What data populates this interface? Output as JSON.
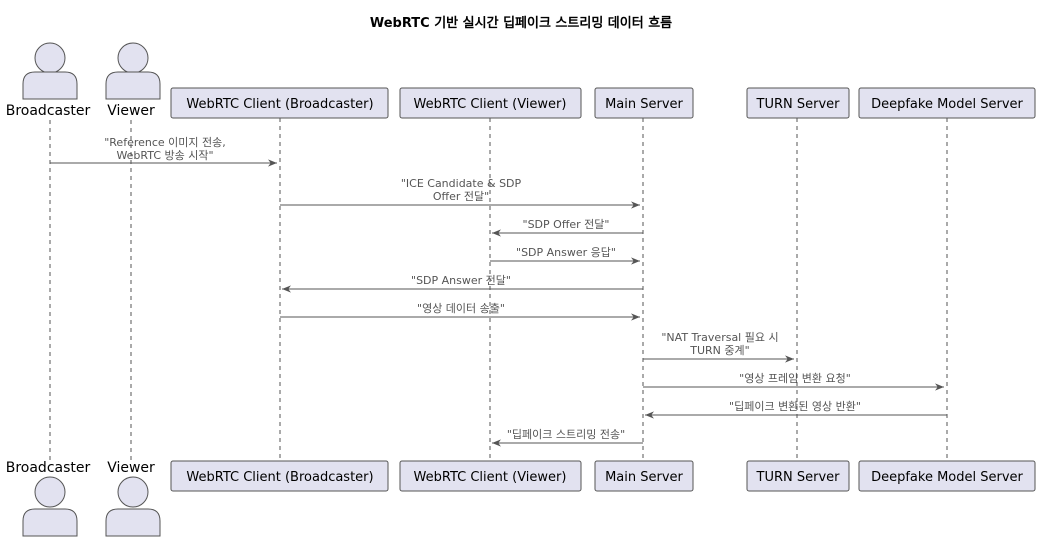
{
  "title": "WebRTC 기반 실시간 딥페이크 스트리밍 데이터 흐름",
  "colors": {
    "fill": "#E2E2F0",
    "line": "#555555",
    "message_text": "#555555"
  },
  "actors": [
    {
      "id": "broadcaster",
      "label": "Broadcaster",
      "icon": "person-icon"
    },
    {
      "id": "viewer",
      "label": "Viewer",
      "icon": "person-icon"
    }
  ],
  "participants": [
    {
      "id": "client_broadcaster",
      "label": "WebRTC Client (Broadcaster)"
    },
    {
      "id": "client_viewer",
      "label": "WebRTC Client (Viewer)"
    },
    {
      "id": "main_server",
      "label": "Main Server"
    },
    {
      "id": "turn_server",
      "label": "TURN Server"
    },
    {
      "id": "deepfake_server",
      "label": "Deepfake Model Server"
    }
  ],
  "messages": [
    {
      "from": "broadcaster",
      "to": "client_broadcaster",
      "lines": [
        "\"Reference 이미지 전송,",
        "WebRTC 방송 시작\""
      ]
    },
    {
      "from": "client_broadcaster",
      "to": "main_server",
      "lines": [
        "\"ICE Candidate & SDP",
        "Offer 전달\""
      ]
    },
    {
      "from": "main_server",
      "to": "client_viewer",
      "lines": [
        "\"SDP Offer 전달\""
      ]
    },
    {
      "from": "client_viewer",
      "to": "main_server",
      "lines": [
        "\"SDP Answer 응답\""
      ]
    },
    {
      "from": "main_server",
      "to": "client_broadcaster",
      "lines": [
        "\"SDP Answer 전달\""
      ]
    },
    {
      "from": "client_broadcaster",
      "to": "main_server",
      "lines": [
        "\"영상 데이터 송출\""
      ]
    },
    {
      "from": "main_server",
      "to": "turn_server",
      "lines": [
        "\"NAT Traversal 필요 시",
        "TURN 중계\""
      ]
    },
    {
      "from": "main_server",
      "to": "deepfake_server",
      "lines": [
        "\"영상 프레임 변환 요청\""
      ]
    },
    {
      "from": "deepfake_server",
      "to": "main_server",
      "lines": [
        "\"딥페이크 변환된 영상 반환\""
      ]
    },
    {
      "from": "main_server",
      "to": "client_viewer",
      "lines": [
        "\"딥페이크 스트리밍 전송\""
      ]
    }
  ]
}
